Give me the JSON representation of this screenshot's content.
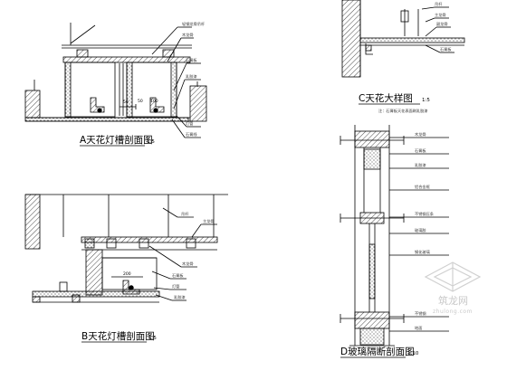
{
  "drawings": {
    "a": {
      "title": "A天花灯槽剖面图",
      "scale": "1:5"
    },
    "b": {
      "title": "B天花灯槽剖面图",
      "scale": "1:5"
    },
    "c": {
      "title": "C天花大样图",
      "scale": "1:5"
    },
    "d": {
      "title": "D玻璃隔断剖面图",
      "scale": "1:10"
    }
  },
  "dimensions": {
    "a_left": "50",
    "a_mid": "50",
    "a_right": "100",
    "b_width": "200"
  },
  "watermark": {
    "text": "筑龙网",
    "sub": "zhulong.com"
  },
  "colors": {
    "line": "#000000",
    "hatch": "#000000",
    "watermark": "#c9c9c9"
  }
}
